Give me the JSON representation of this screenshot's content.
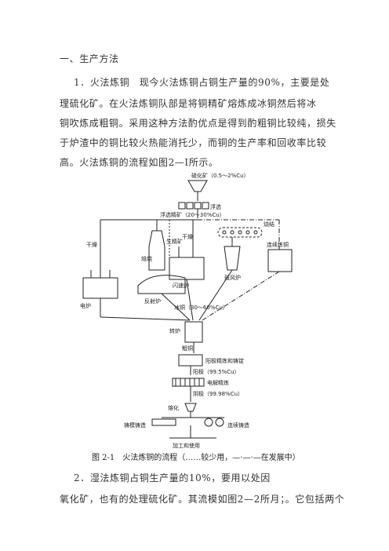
{
  "heading": "一、生产方法",
  "para1": {
    "lines": [
      "1．火法炼铜　现今火法炼铜占铜生产量的90%，主要是处",
      "理硫化矿。在火法炼铜队部是将铜精矿熔炼成冰铜然后将冰",
      "铜吹炼成粗铜。采用这种方法酌优点是得到酌粗铜比较纯，损失",
      "于炉渣中的铜比较火热能消托少，而铜的生产率和回收率比较",
      "高。火法炼铜的流程如图2—I所示。"
    ]
  },
  "figure": {
    "labels": {
      "ore": "硫化矿（0.5～2%Cu）",
      "flotation": "浮选",
      "concentrate": "浮选精矿（20～30%Cu）",
      "dry1": "干燥",
      "dry2": "干燥",
      "roast": "焙烧",
      "sinter": "烧结",
      "raw_ore": "生精矿",
      "electric_furnace": "电炉",
      "reverb": "反射炉",
      "flash": "闪速炉",
      "blast": "鼓风炉",
      "continuous": "连续炼铜",
      "matte": "冰铜（30～60%Cu）",
      "converter": "转炉",
      "blister": "粗铜",
      "anode_refine": "阳极精炼和铸锭",
      "anode": "阳极（99.5%Cu）",
      "electrolysis": "电解精炼",
      "cathode": "阴极（99.98%Cu）",
      "melt": "熔化",
      "mold_cast": "铸模铸造",
      "cont_cast": "连续铸造",
      "fabrication": "加工和使用"
    },
    "caption": "图 2-1　火法炼铜的流程（……较少用，—·—·—在发展中）"
  },
  "para2": {
    "lines": [
      "2．湿法炼铜占铜生产量的10%，要用以处因",
      "氧化矿，也有的处理硫化矿。其流模如图2—2所月；。它包括两个"
    ]
  }
}
